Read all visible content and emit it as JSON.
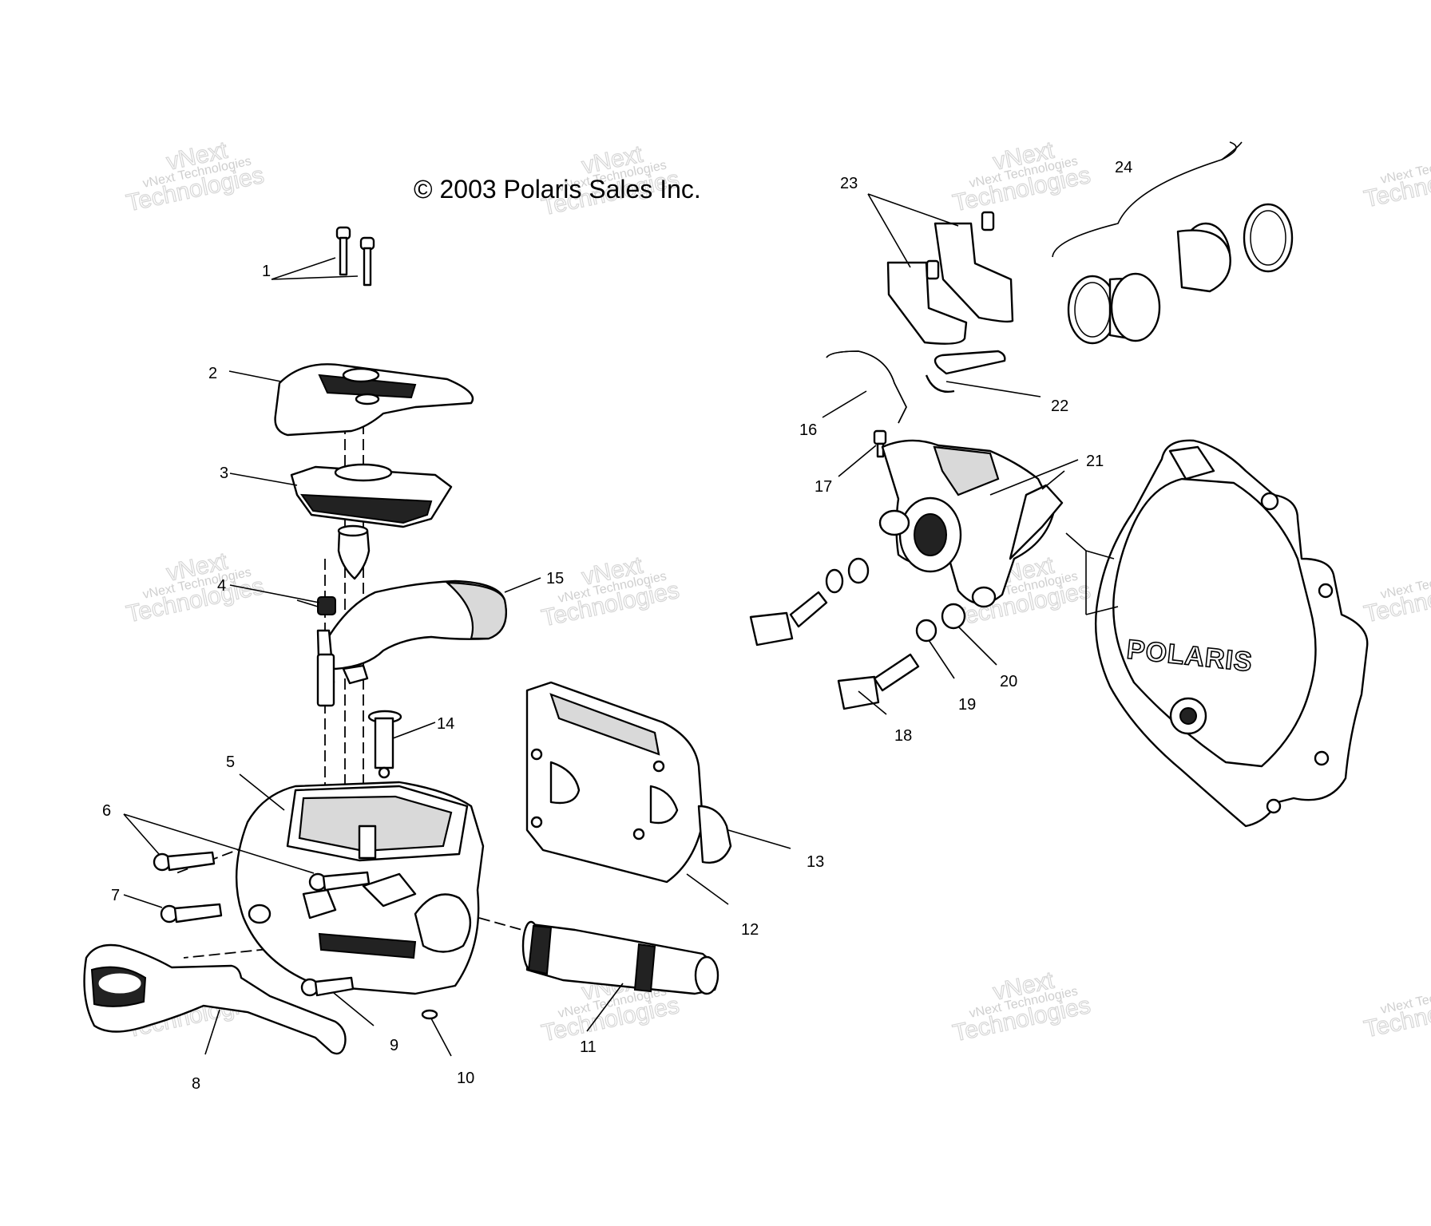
{
  "copyright": "© 2003 Polaris Sales Inc.",
  "brand_logo": "POLARIS",
  "watermark": {
    "line1": "vNext Technologies",
    "line2": "vNext",
    "line3": "Technologies"
  },
  "callouts": [
    "1",
    "2",
    "3",
    "4",
    "5",
    "6",
    "7",
    "8",
    "9",
    "10",
    "11",
    "12",
    "13",
    "14",
    "15",
    "16",
    "17",
    "18",
    "19",
    "20",
    "21",
    "22",
    "23",
    "24"
  ]
}
